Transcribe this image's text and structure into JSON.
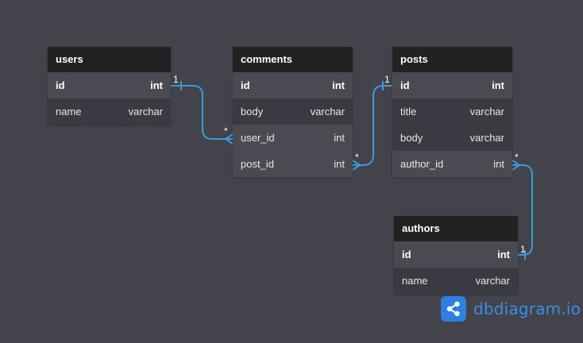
{
  "tables": {
    "users": {
      "name": "users",
      "columns": [
        {
          "name": "id",
          "type": "int"
        },
        {
          "name": "name",
          "type": "varchar"
        }
      ]
    },
    "comments": {
      "name": "comments",
      "columns": [
        {
          "name": "id",
          "type": "int"
        },
        {
          "name": "body",
          "type": "varchar"
        },
        {
          "name": "user_id",
          "type": "int"
        },
        {
          "name": "post_id",
          "type": "int"
        }
      ]
    },
    "posts": {
      "name": "posts",
      "columns": [
        {
          "name": "id",
          "type": "int"
        },
        {
          "name": "title",
          "type": "varchar"
        },
        {
          "name": "body",
          "type": "varchar"
        },
        {
          "name": "author_id",
          "type": "int"
        }
      ]
    },
    "authors": {
      "name": "authors",
      "columns": [
        {
          "name": "id",
          "type": "int"
        },
        {
          "name": "name",
          "type": "varchar"
        }
      ]
    }
  },
  "relationships": [
    {
      "from": "users.id",
      "to": "comments.user_id",
      "one_label": "1",
      "many_label": "*"
    },
    {
      "from": "posts.id",
      "to": "comments.post_id",
      "one_label": "1",
      "many_label": "*"
    },
    {
      "from": "authors.id",
      "to": "posts.author_id",
      "one_label": "1",
      "many_label": "*"
    }
  ],
  "brand": {
    "text": "dbdiagram.io",
    "icon": "share-nodes-icon",
    "color": "#2f7fe0"
  },
  "colors": {
    "connector": "#3b9ad9",
    "background": "#43444b",
    "header": "#222222"
  }
}
